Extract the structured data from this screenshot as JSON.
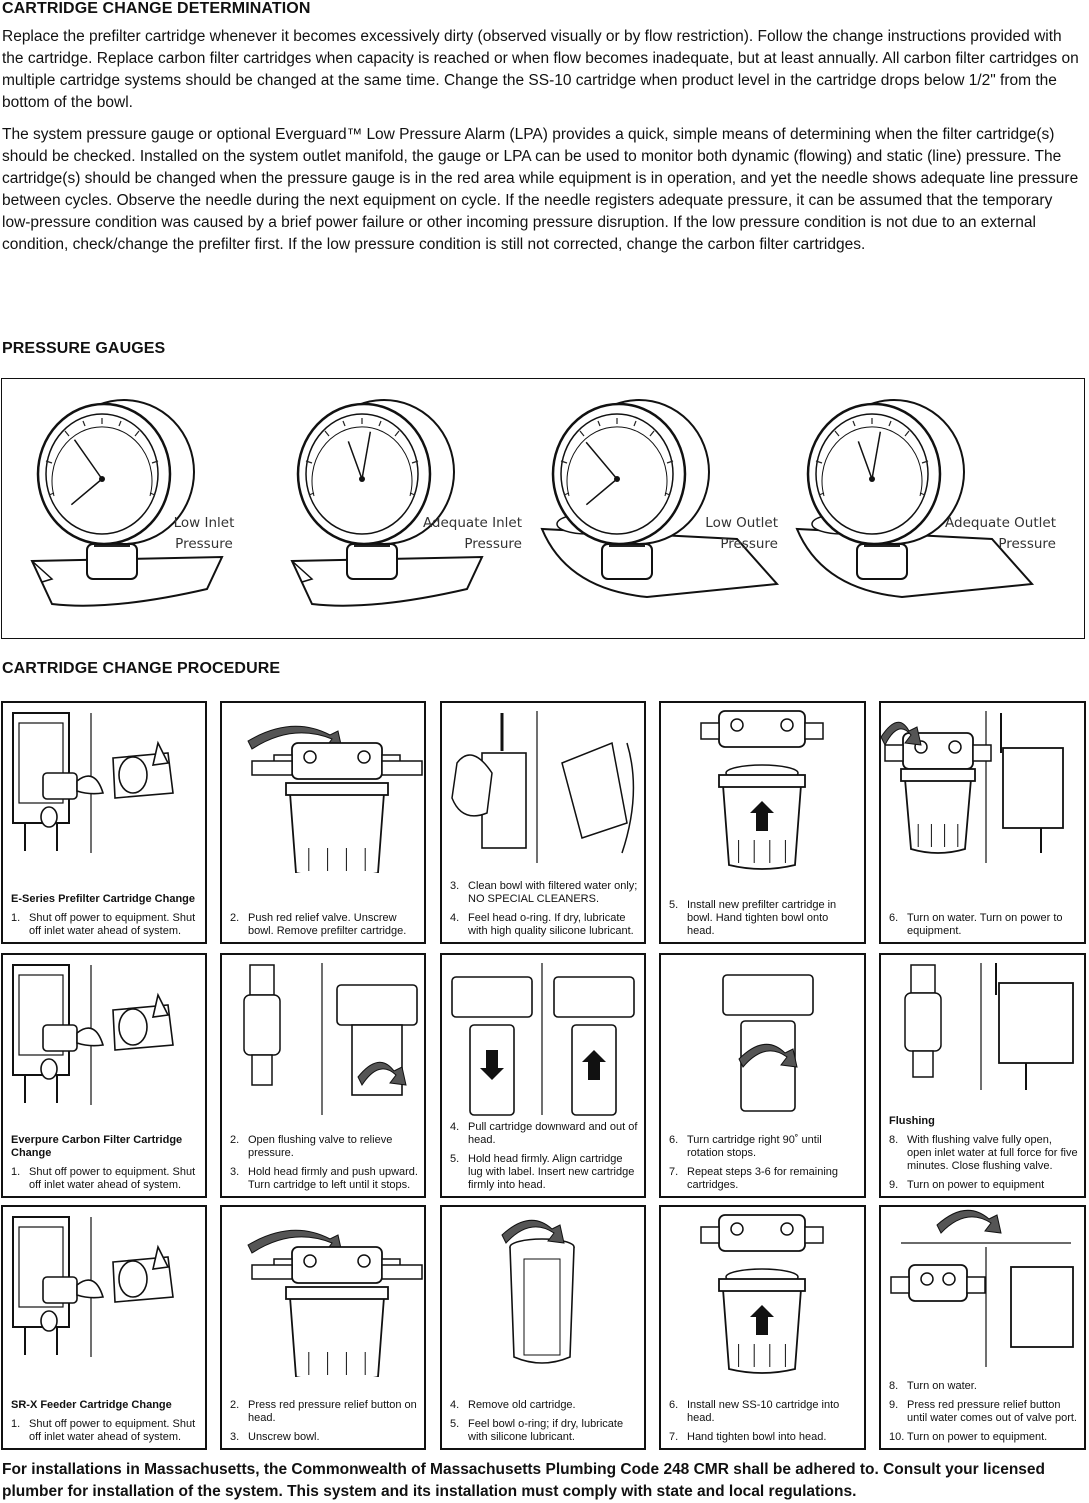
{
  "section1": {
    "heading": "CARTRIDGE CHANGE DETERMINATION",
    "para1": "Replace the prefilter cartridge whenever it becomes excessively dirty (observed visually or by flow restriction). Follow the change instructions provided with the cartridge. Replace carbon filter cartridges when capacity is reached or when flow becomes inadequate, but at least annually. All carbon filter cartridges on multiple cartridge systems should be changed at the same time. Change the SS-10 cartridge when product level in the cartridge drops below 1/2\" from the bottom of the bowl.",
    "para2": "The system pressure gauge or optional Everguard™ Low Pressure Alarm (LPA) provides a quick, simple means of determining when the filter cartridge(s) should be checked. Installed on the system outlet manifold, the gauge or LPA can be used to monitor both dynamic (flowing) and static (line) pressure. The cartridge(s) should be changed when the pressure gauge is in the red area while equipment is in operation, and yet the needle shows adequate line pressure between cycles. Observe the needle during the next equipment on cycle. If the needle registers adequate pressure, it can be assumed that the temporary low-pressure condition was caused by a brief power failure or other incoming pressure disruption. If the low pressure condition is not due to an external condition, check/change the prefilter first. If the low pressure condition is still not corrected, change the carbon filter cartridges."
  },
  "gauges": {
    "heading": "PRESSURE GAUGES",
    "items": [
      {
        "line1": "Low Inlet",
        "line2": "Pressure"
      },
      {
        "line1": "Adequate Inlet",
        "line2": "Pressure"
      },
      {
        "line1": "Low Outlet",
        "line2": "Pressure"
      },
      {
        "line1": "Adequate Outlet",
        "line2": "Pressure"
      }
    ]
  },
  "procedure": {
    "heading": "CARTRIDGE CHANGE PROCEDURE",
    "rows": [
      {
        "cells": [
          {
            "title": "E-Series Prefilter Cartridge Change",
            "steps": [
              {
                "n": "1.",
                "t": "Shut off power to equipment. Shut off inlet water ahead of system."
              }
            ]
          },
          {
            "title": "",
            "steps": [
              {
                "n": "2.",
                "t": "Push red relief valve. Unscrew bowl. Remove prefilter cartridge."
              }
            ]
          },
          {
            "title": "",
            "steps": [
              {
                "n": "3.",
                "t": "Clean bowl with filtered water only; NO SPECIAL CLEANERS."
              },
              {
                "n": "4.",
                "t": "Feel head o-ring. If dry, lubricate with high quality silicone lubricant."
              }
            ]
          },
          {
            "title": "",
            "steps": [
              {
                "n": "5.",
                "t": "Install new prefilter cartridge in bowl. Hand tighten bowl onto head."
              }
            ]
          },
          {
            "title": "",
            "steps": [
              {
                "n": "6.",
                "t": "Turn on water. Turn on power to equipment."
              }
            ]
          }
        ]
      },
      {
        "cells": [
          {
            "title": "Everpure Carbon Filter Cartridge Change",
            "steps": [
              {
                "n": "1.",
                "t": "Shut off power to equipment. Shut off inlet water ahead of system."
              }
            ]
          },
          {
            "title": "",
            "steps": [
              {
                "n": "2.",
                "t": "Open flushing valve to relieve pressure."
              },
              {
                "n": "3.",
                "t": "Hold head firmly and push upward. Turn cartridge to left until it stops."
              }
            ]
          },
          {
            "title": "",
            "steps": [
              {
                "n": "4.",
                "t": "Pull cartridge downward and out of head."
              },
              {
                "n": "5.",
                "t": "Hold head firmly. Align cartridge lug with label. Insert new cartridge firmly into head."
              }
            ]
          },
          {
            "title": "",
            "steps": [
              {
                "n": "6.",
                "t": "Turn cartridge right 90˚ until rotation stops."
              },
              {
                "n": "7.",
                "t": "Repeat steps 3-6 for remaining cartridges."
              }
            ]
          },
          {
            "title": "Flushing",
            "steps": [
              {
                "n": "8.",
                "t": "With flushing valve fully open, open inlet water at full force for five minutes. Close flushing valve."
              },
              {
                "n": "9.",
                "t": "Turn on power to equipment"
              }
            ]
          }
        ]
      },
      {
        "cells": [
          {
            "title": "SR-X Feeder Cartridge Change",
            "steps": [
              {
                "n": "1.",
                "t": "Shut off power to equipment. Shut off inlet water ahead of system."
              }
            ]
          },
          {
            "title": "",
            "steps": [
              {
                "n": "2.",
                "t": "Press red pressure relief button on head."
              },
              {
                "n": "3.",
                "t": "Unscrew bowl."
              }
            ]
          },
          {
            "title": "",
            "steps": [
              {
                "n": "4.",
                "t": "Remove old cartridge."
              },
              {
                "n": "5.",
                "t": "Feel bowl o-ring; if dry, lubricate with silicone lubricant."
              }
            ]
          },
          {
            "title": "",
            "steps": [
              {
                "n": "6.",
                "t": "Install new SS-10 cartridge into head."
              },
              {
                "n": "7.",
                "t": "Hand tighten bowl into head."
              }
            ]
          },
          {
            "title": "",
            "steps": [
              {
                "n": "8.",
                "t": "Turn on water."
              },
              {
                "n": "9.",
                "t": "Press red pressure relief button until water comes out of valve port."
              },
              {
                "n": "10.",
                "t": "Turn on power to equipment."
              }
            ]
          }
        ]
      }
    ]
  },
  "footer": "For installations in Massachusetts, the Commonwealth of Massachusetts Plumbing Code 248 CMR shall be adhered to. Consult your licensed plumber for installation of the system. This system and its installation must comply with state and local regulations."
}
